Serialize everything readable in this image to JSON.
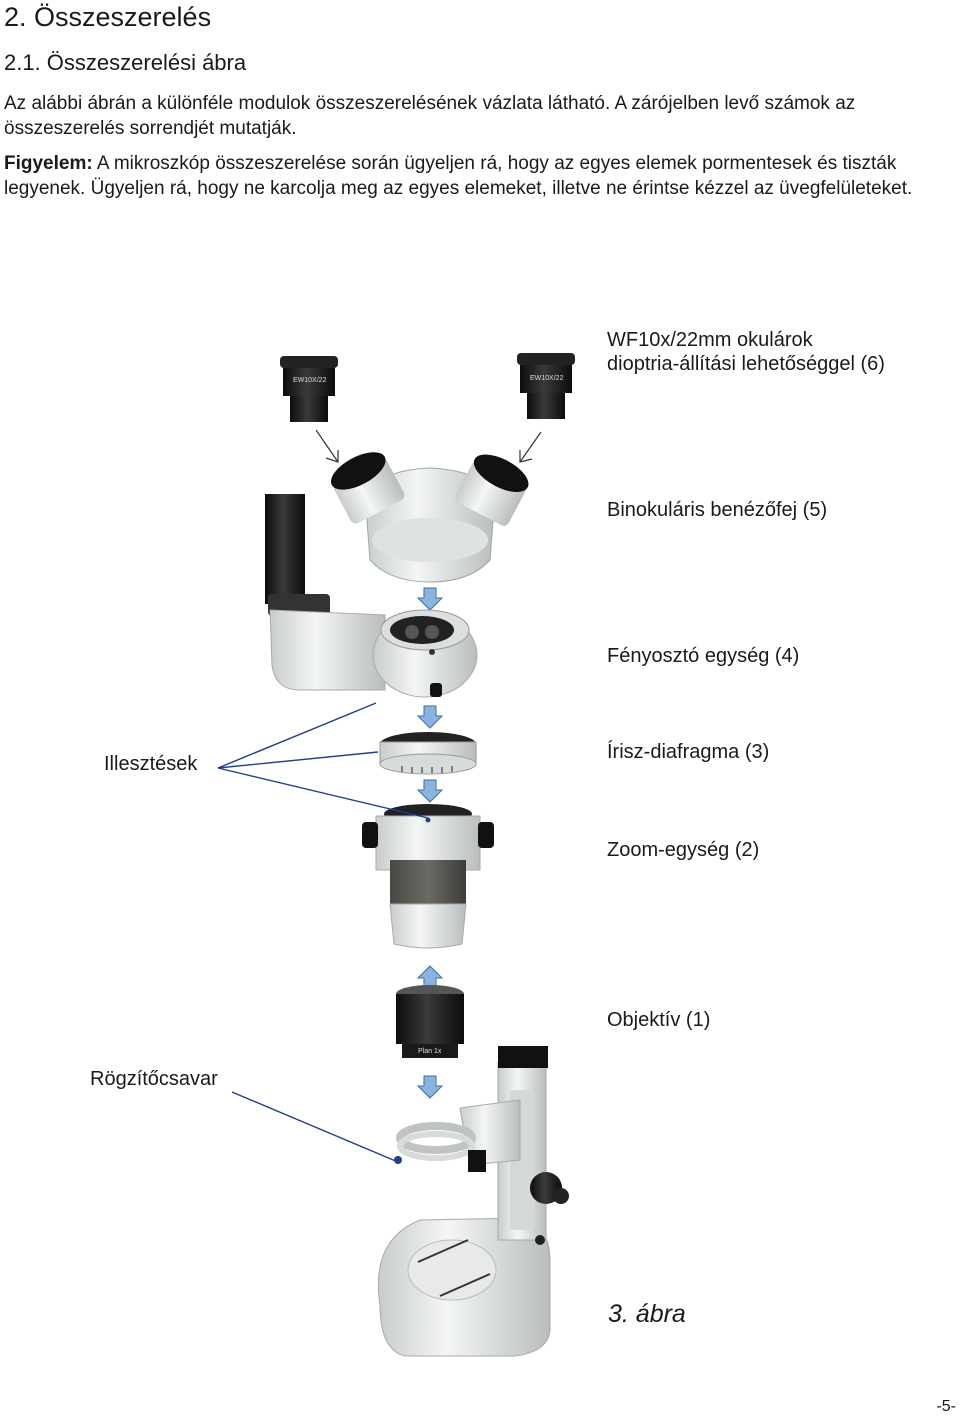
{
  "heading": "2. Összeszerelés",
  "subheading": "2.1. Összeszerelési ábra",
  "intro": "Az alábbi ábrán a különféle modulok összeszerelésének vázlata látható. A zárójelben levő számok az összeszerelés sorrendjét mutatják.",
  "warning": {
    "label": "Figyelem:",
    "text": " A mikroszkóp összeszerelése során ügyeljen rá, hogy az egyes elemek pormentesek és tiszták legyenek. Ügyeljen rá, hogy ne karcolja meg az egyes elemeket, illetve ne érintse kézzel az üvegfelületeket."
  },
  "labels": {
    "eyepieces_line1": "WF10x/22mm okulárok",
    "eyepieces_line2": "dioptria-állítási lehetőséggel (6)",
    "head": "Binokuláris benézőfej (5)",
    "beamsplitter": "Fényosztó egység (4)",
    "iris": "Írisz-diafragma (3)",
    "zoom": "Zoom-egység (2)",
    "objective": "Objektív (1)",
    "alignments": "Illesztések",
    "fixing_screw": "Rögzítőcsavar"
  },
  "eyepiece_marking": "EW10X/22",
  "objective_marking": "Plan 1x",
  "figure_caption": "3. ábra",
  "page_number": "-5-",
  "colors": {
    "arrow_fill": "#8ab4e0",
    "arrow_stroke": "#3a6ea5",
    "leader_line": "#1f3f8f",
    "body_white": "#eceeee",
    "dark": "#1c1c1c"
  }
}
